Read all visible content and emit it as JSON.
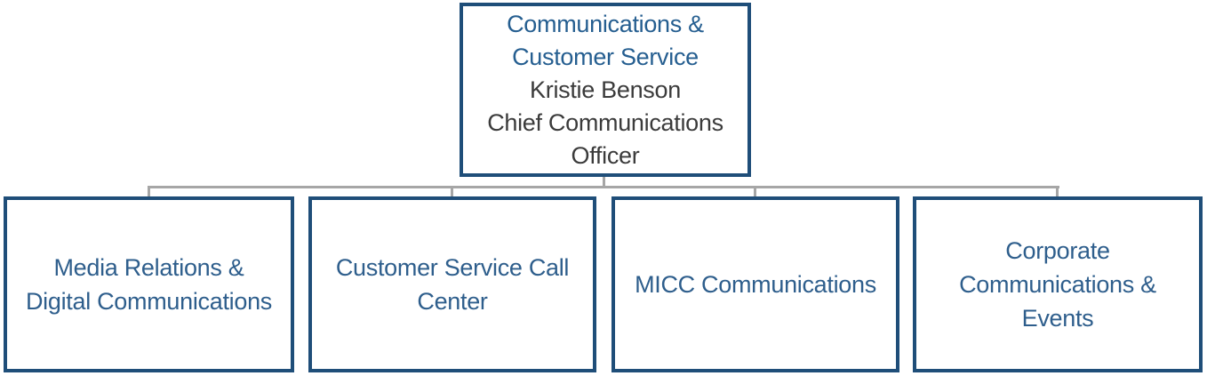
{
  "org_chart": {
    "type": "org-chart",
    "root": {
      "title": "Communications &\nCustomer Service",
      "name": "Kristie Benson",
      "role": "Chief Communications\nOfficer"
    },
    "children": [
      {
        "label": "Media Relations &\nDigital Communications"
      },
      {
        "label": "Customer Service Call\nCenter"
      },
      {
        "label": "MICC Communications"
      },
      {
        "label": "Corporate\nCommunications &\nEvents"
      }
    ],
    "colors": {
      "box_border": "#1F4E79",
      "title_text": "#255E90",
      "child_text": "#2E5E8C",
      "person_text": "#3B3B3B",
      "connector_line": "#A6A6A6",
      "background": "#FFFFFF"
    }
  }
}
